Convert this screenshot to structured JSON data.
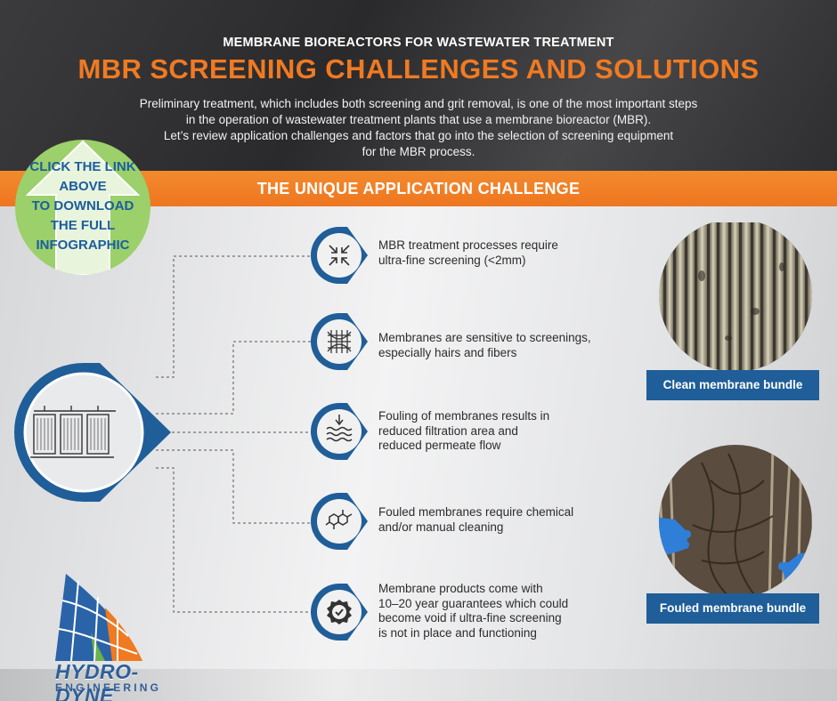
{
  "header": {
    "subtitle": "MEMBRANE BIOREACTORS FOR WASTEWATER TREATMENT",
    "title": "MBR SCREENING CHALLENGES AND SOLUTIONS",
    "intro_lines": [
      "Preliminary treatment, which includes both screening and grit removal, is one of the most important steps",
      "in the operation of wastewater treatment plants that use a membrane bioreactor (MBR).",
      "Let’s review application challenges and factors that go into the selection of screening equipment",
      "for the MBR process."
    ]
  },
  "banner": {
    "title": "THE UNIQUE APPLICATION CHALLENGE"
  },
  "cta": {
    "lines": [
      "CLICK THE LINK",
      "ABOVE",
      "TO DOWNLOAD",
      "THE FULL",
      "INFOGRAPHIC"
    ],
    "icon": "up-arrow-icon"
  },
  "hub": {
    "icon": "membrane-module-icon"
  },
  "items": [
    {
      "icon": "compress-arrows-icon",
      "lines": [
        "MBR treatment processes require",
        "ultra-fine screening (<2mm)"
      ]
    },
    {
      "icon": "fiber-tangle-icon",
      "lines": [
        "Membranes are sensitive to screenings,",
        "especially hairs and fibers"
      ]
    },
    {
      "icon": "wave-arrow-icon",
      "lines": [
        "Fouling of membranes results in",
        "reduced filtration area and",
        "reduced permeate flow"
      ]
    },
    {
      "icon": "chemical-molecule-icon",
      "lines": [
        "Fouled membranes require chemical",
        "and/or manual cleaning"
      ]
    },
    {
      "icon": "badge-check-icon",
      "lines": [
        "Membrane products come with",
        "10–20 year guarantees which could",
        "become void if ultra-fine screening",
        "is not in place and functioning"
      ]
    }
  ],
  "photos": [
    {
      "label": "Clean membrane bundle"
    },
    {
      "label": "Fouled membrane bundle"
    }
  ],
  "logo": {
    "name": "HYDRO-DYNE",
    "sub": "ENGINEERING"
  },
  "colors": {
    "accent_orange": "#ef7a22",
    "brand_blue": "#1f5e98",
    "cta_green": "#9bd06a"
  }
}
